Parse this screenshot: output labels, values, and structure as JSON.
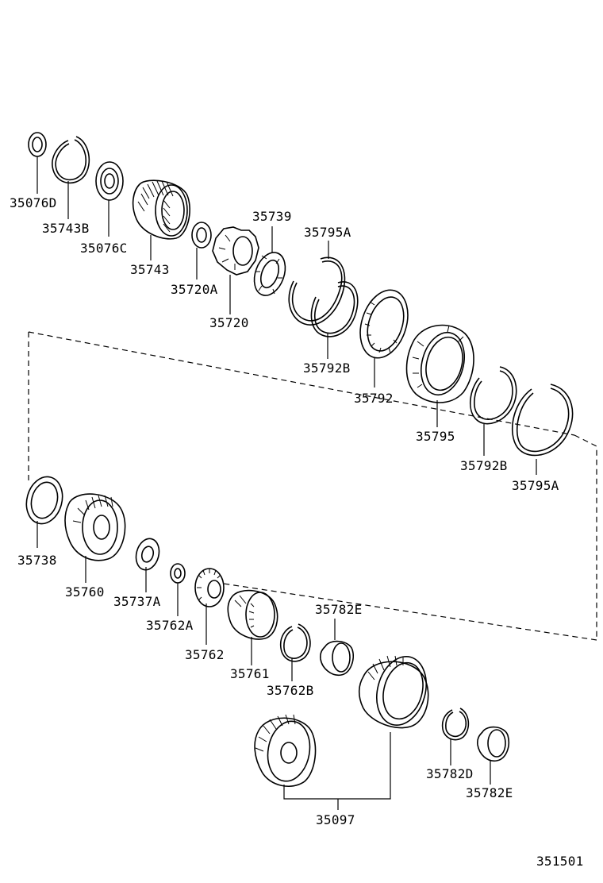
{
  "diagram_id": "351501",
  "parts": {
    "p35076D": "35076D",
    "p35743B": "35743B",
    "p35076C": "35076C",
    "p35743": "35743",
    "p35720A": "35720A",
    "p35720": "35720",
    "p35739": "35739",
    "p35795A_top": "35795A",
    "p35792B_top": "35792B",
    "p35792": "35792",
    "p35795": "35795",
    "p35792B_bottom": "35792B",
    "p35795A_bottom": "35795A",
    "p35738": "35738",
    "p35760": "35760",
    "p35737A": "35737A",
    "p35762A": "35762A",
    "p35762": "35762",
    "p35761": "35761",
    "p35762B": "35762B",
    "p35782E_top": "35782E",
    "p35782D": "35782D",
    "p35782E_bottom": "35782E",
    "p35097": "35097"
  }
}
